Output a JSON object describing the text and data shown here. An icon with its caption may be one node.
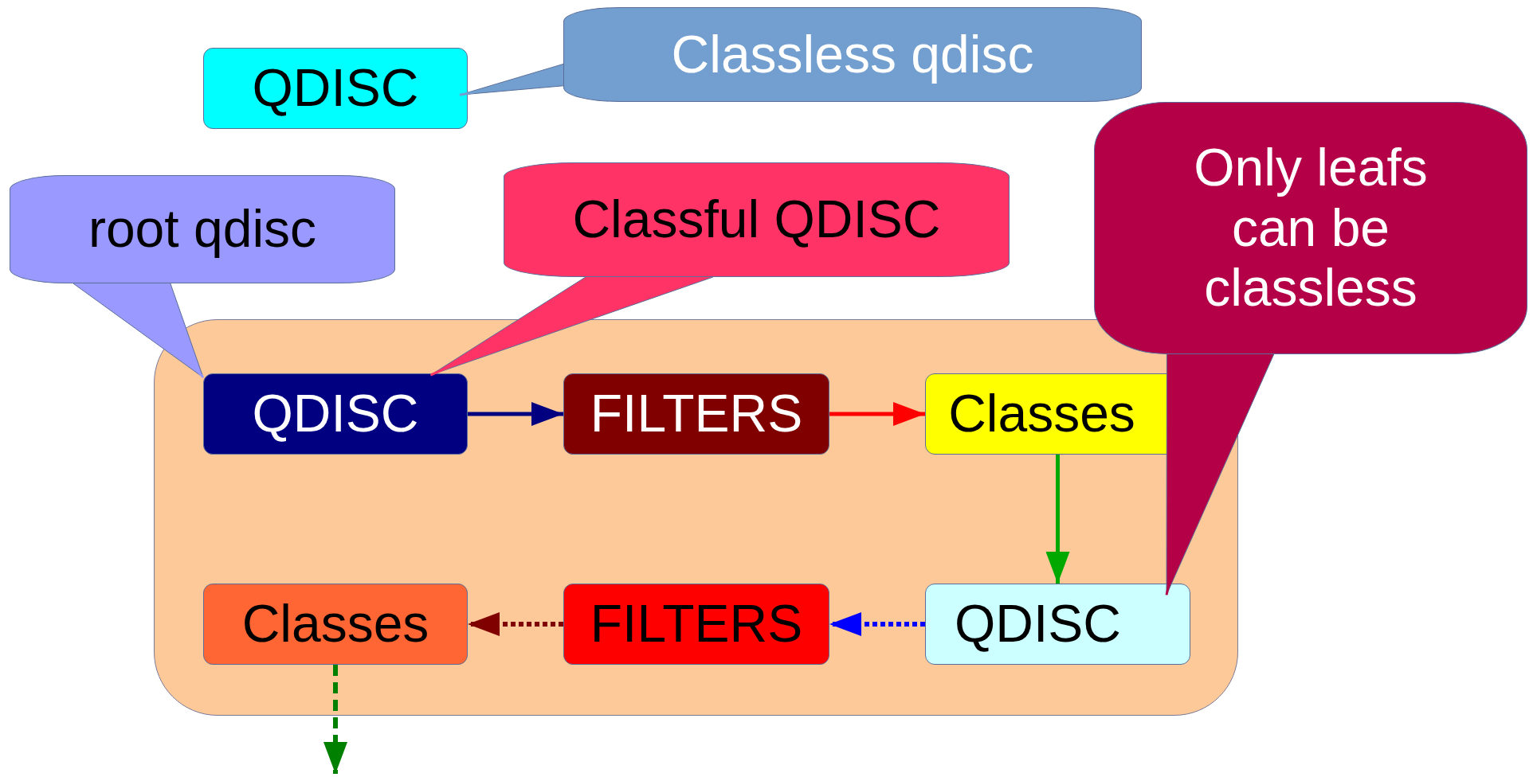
{
  "diagram": {
    "nodes": [
      {
        "text": [
          "Classless qdisc"
        ]
      },
      {
        "text": [
          "QDISC"
        ]
      },
      {
        "text": [
          "root qdisc"
        ]
      },
      {
        "text": [
          "Classful QDISC"
        ]
      },
      {
        "text": [
          "Only leafs can be classless"
        ]
      },
      {
        "text": [],
        "shape": "box"
      },
      {
        "text": [
          "QDISC"
        ],
        "in": 5
      },
      {
        "text": [
          "FILTERS"
        ],
        "in": 5
      },
      {
        "text": [
          "Classes"
        ],
        "in": 5
      },
      {
        "text": [
          "QDISC"
        ],
        "in": 5
      },
      {
        "text": [
          "FILTERS"
        ],
        "in": 5
      },
      {
        "text": [
          "Classes"
        ],
        "in": 5
      }
    ],
    "edges": [
      {
        "from": 6,
        "to": 7,
        "arrow": "to",
        "color": "#000080"
      },
      {
        "from": 7,
        "to": 8,
        "arrow": "to",
        "color": "#ff0000"
      },
      {
        "from": 8,
        "to": 9,
        "arrow": "to",
        "color": "#00a800"
      },
      {
        "from": 9,
        "to": 10,
        "arrow": "to",
        "style": "dashed",
        "color": "#0000ff"
      },
      {
        "from": 10,
        "to": 11,
        "arrow": "to",
        "style": "dashed",
        "color": "#800000"
      },
      {
        "from": 11,
        "to": null,
        "arrow": "to",
        "style": "dashed",
        "color": "#008000"
      },
      {
        "from": 0,
        "to": 1,
        "arrow": "none",
        "color": "#729fcf"
      },
      {
        "from": 2,
        "to": 6,
        "arrow": "none",
        "color": "#9999ff"
      },
      {
        "from": 3,
        "to": 6,
        "arrow": "none",
        "color": "#ff3366"
      },
      {
        "from": 4,
        "to": 9,
        "arrow": "none",
        "color": "#b30047"
      }
    ]
  }
}
